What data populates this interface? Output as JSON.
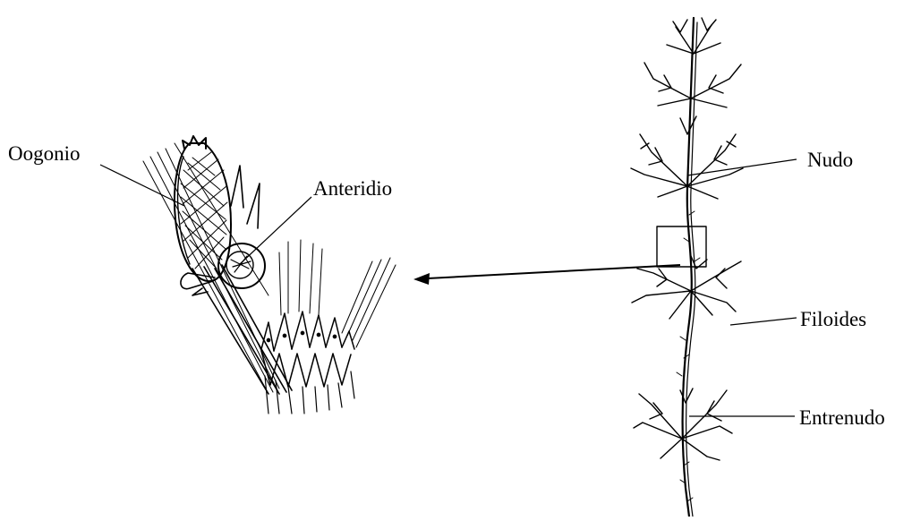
{
  "labels": {
    "oogonio": "Oogonio",
    "anteridio": "Anteridio",
    "nudo": "Nudo",
    "filoides": "Filoides",
    "entrenudo": "Entrenudo"
  },
  "colors": {
    "ink": "#000000",
    "background": "#ffffff"
  }
}
